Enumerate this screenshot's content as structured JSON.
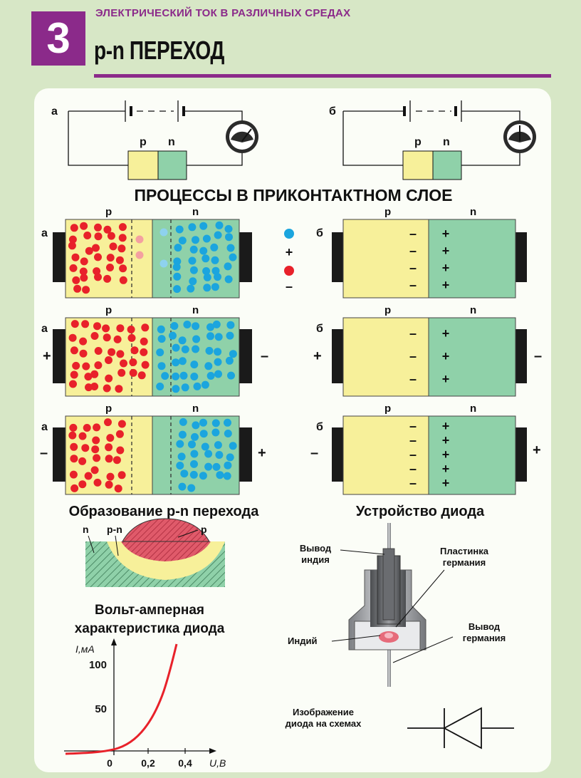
{
  "header": {
    "number": "3",
    "topic": "ЭЛЕКТРИЧЕСКИЙ ТОК В РАЗЛИЧНЫХ СРЕДАХ",
    "title": "p-n ПЕРЕХОД"
  },
  "circuits": {
    "left_label": "а",
    "right_label": "б",
    "p": "p",
    "n": "n"
  },
  "processes": {
    "title": "ПРОЦЕССЫ В ПРИКОНТАКТНОМ СЛОЕ",
    "label_a": "а",
    "label_b": "б",
    "p": "p",
    "n": "n",
    "plus": "+",
    "minus": "–",
    "legend_plus": "+",
    "legend_minus": "–"
  },
  "formation": {
    "title": "Образование p-n перехода",
    "n": "n",
    "pn": "p-n",
    "p": "p"
  },
  "diode": {
    "title": "Устройство диода",
    "indium_lead": "Вывод индия",
    "germanium_plate": "Пластинка германия",
    "indium": "Индий",
    "germanium_lead": "Вывод германия",
    "symbol_caption": "Изображение диода на схемах"
  },
  "iv_curve": {
    "title_line1": "Вольт-амперная",
    "title_line2": "характеристика диода",
    "y_axis": "I,мА",
    "x_axis": "U,В",
    "y_ticks": [
      "100",
      "50"
    ],
    "x_ticks": [
      "0",
      "0,2",
      "0,4"
    ]
  },
  "colors": {
    "accent": "#8b2a8a",
    "p_region": "#f7f09a",
    "n_region": "#8fd1a9",
    "hole": "#e8212a",
    "electron": "#1ba5de"
  }
}
